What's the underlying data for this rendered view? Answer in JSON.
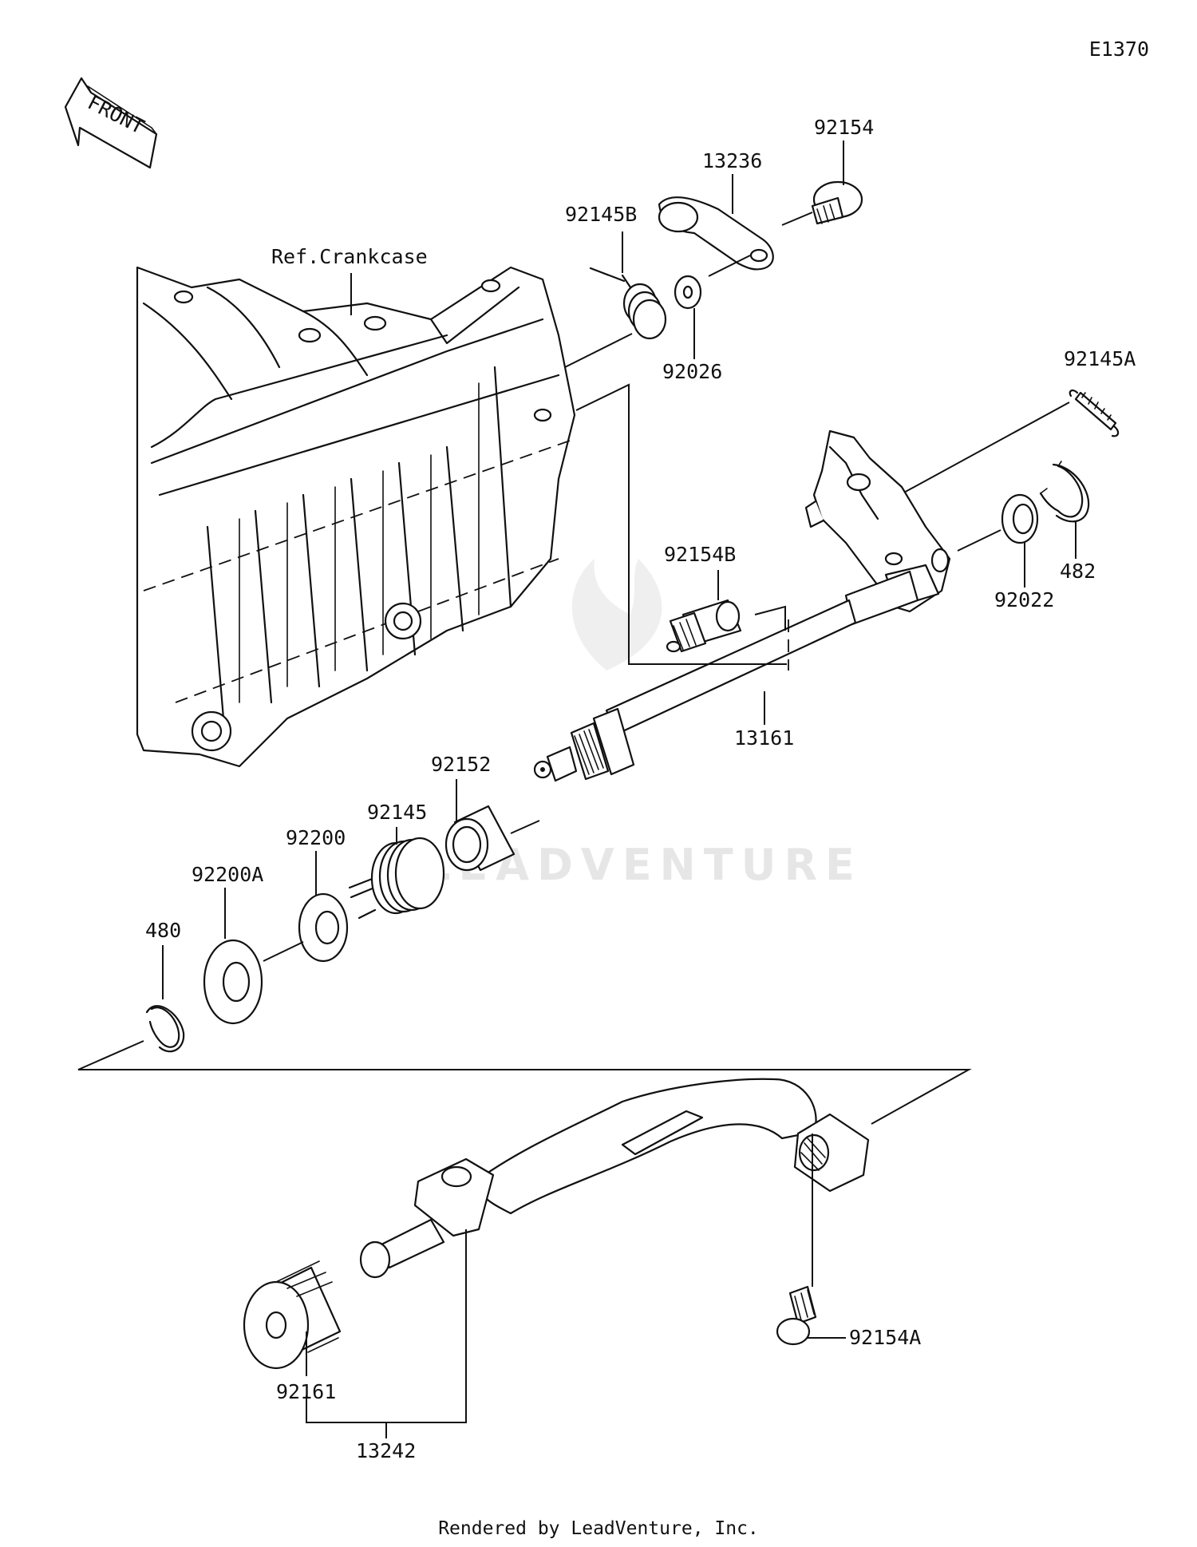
{
  "diagram_code": "E1370",
  "front_label": "FRONT",
  "watermark": "LEADVENTURE",
  "footer": "Rendered by LeadVenture, Inc.",
  "callouts": {
    "ref_crankcase": "Ref.Crankcase",
    "p92154": "92154",
    "p13236": "13236",
    "p92145B": "92145B",
    "p92026": "92026",
    "p92145A": "92145A",
    "p482": "482",
    "p92022": "92022",
    "p92154B": "92154B",
    "p13161": "13161",
    "p92152": "92152",
    "p92145": "92145",
    "p92200": "92200",
    "p92200A": "92200A",
    "p480": "480",
    "p92154A": "92154A",
    "p92161": "92161",
    "p13242": "13242"
  }
}
